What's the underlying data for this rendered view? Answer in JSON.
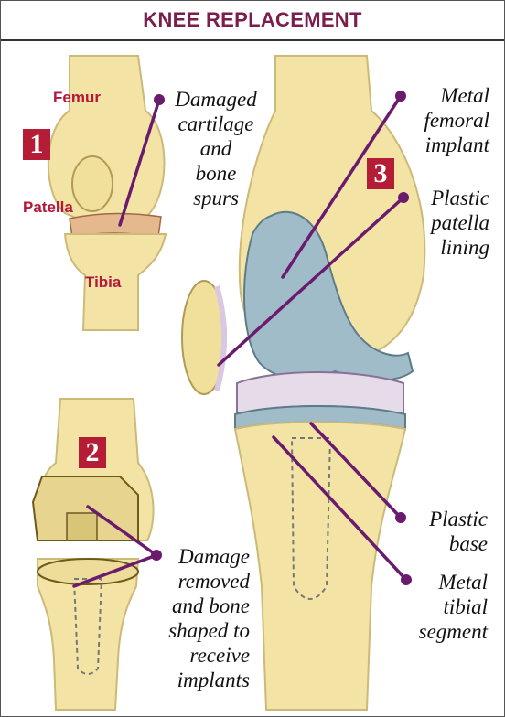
{
  "title": "KNEE REPLACEMENT",
  "steps": [
    "1",
    "2",
    "3"
  ],
  "bones": {
    "femur": "Femur",
    "patella": "Patella",
    "tibia": "Tibia"
  },
  "callouts": {
    "damaged": "Damaged\ncartilage\nand\nbone\nspurs",
    "metal_femoral": "Metal\nfemoral\nimplant",
    "plastic_patella": "Plastic\npatella\nlining",
    "plastic_base": "Plastic\nbase",
    "metal_tibial": "Metal\ntibial\nsegment",
    "damage_removed": "Damage\nremoved\nand bone\nshaped to\nreceive\nimplants"
  },
  "colors": {
    "bone": "#f3e4a6",
    "implant_metal": "#9fbcc8",
    "plastic": "#d9c8e0",
    "leader": "#6a1b6e",
    "step_badge": "#b51c35"
  }
}
